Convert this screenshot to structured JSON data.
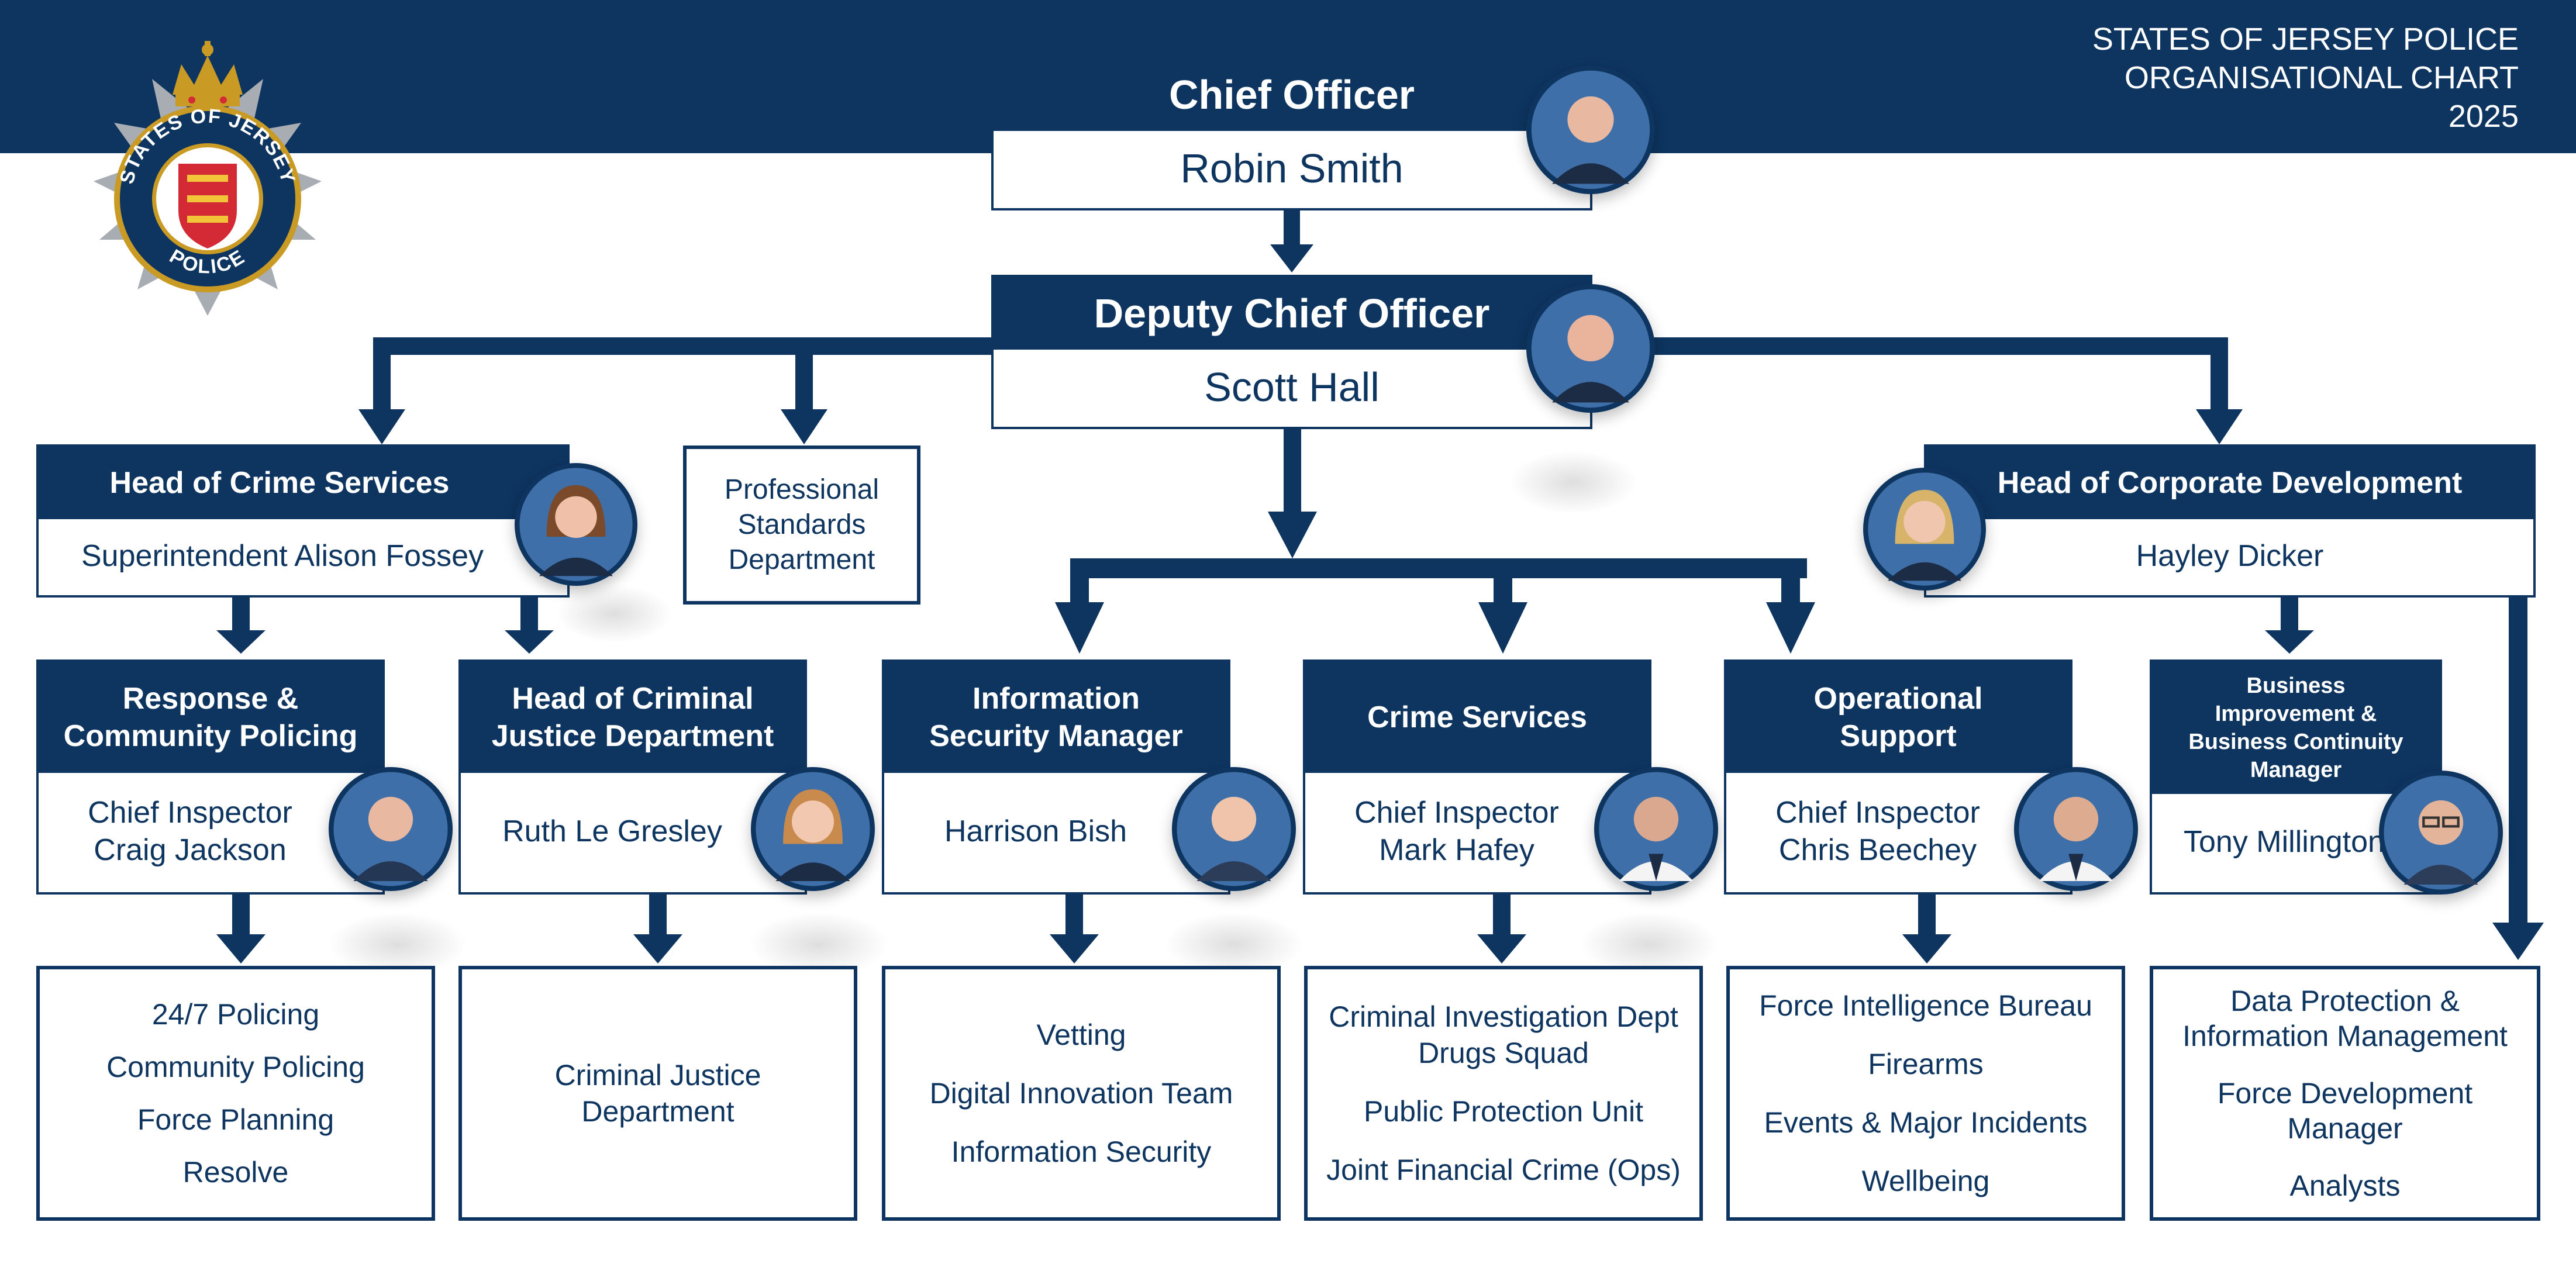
{
  "header": {
    "title_lines": [
      "STATES OF JERSEY POLICE",
      "ORGANISATIONAL CHART",
      "2025"
    ]
  },
  "logo": {
    "ring_top": "STATES OF JERSEY",
    "ring_bottom": "POLICE"
  },
  "colors": {
    "navy": "#0d3560",
    "gold": "#c99a24",
    "red": "#d42a35",
    "white": "#ffffff"
  },
  "nodes": {
    "chief_officer": {
      "title": "Chief Officer",
      "name": "Robin Smith"
    },
    "deputy_chief_officer": {
      "title": "Deputy Chief Officer",
      "name": "Scott Hall"
    },
    "head_crime_services": {
      "title": "Head of Crime Services",
      "name": "Superintendent Alison Fossey"
    },
    "professional_standards": {
      "lines": [
        "Professional",
        "Standards",
        "Department"
      ]
    },
    "head_corporate_development": {
      "title": "Head of Corporate Development",
      "name": "Hayley Dicker"
    },
    "response_community": {
      "title_lines": [
        "Response &",
        "Community Policing"
      ],
      "name_lines": [
        "Chief Inspector",
        "Craig Jackson"
      ]
    },
    "criminal_justice_head": {
      "title_lines": [
        "Head of Criminal",
        "Justice Department"
      ],
      "name_lines": [
        "Ruth Le Gresley"
      ]
    },
    "info_security_manager": {
      "title_lines": [
        "Information",
        "Security Manager"
      ],
      "name_lines": [
        "Harrison Bish"
      ]
    },
    "crime_services": {
      "title_lines": [
        "Crime Services"
      ],
      "name_lines": [
        "Chief Inspector",
        "Mark Hafey"
      ]
    },
    "operational_support": {
      "title_lines": [
        "Operational",
        "Support"
      ],
      "name_lines": [
        "Chief Inspector",
        "Chris Beechey"
      ]
    },
    "business_improvement": {
      "title_lines": [
        "Business",
        "Improvement &",
        "Business Continuity",
        "Manager"
      ],
      "name_lines": [
        "Tony Millington"
      ]
    }
  },
  "units": {
    "response_community": [
      [
        "24/7 Policing"
      ],
      [
        "Community Policing"
      ],
      [
        "Force Planning"
      ],
      [
        "Resolve"
      ]
    ],
    "criminal_justice": [
      [
        "Criminal Justice",
        "Department"
      ]
    ],
    "info_security": [
      [
        "Vetting"
      ],
      [
        "Digital Innovation Team"
      ],
      [
        "Information Security"
      ]
    ],
    "crime_services": [
      [
        "Criminal Investigation Dept",
        "Drugs Squad"
      ],
      [
        "Public Protection Unit"
      ],
      [
        "Joint Financial Crime (Ops)"
      ]
    ],
    "operational_support": [
      [
        "Force Intelligence Bureau"
      ],
      [
        "Firearms"
      ],
      [
        "Events & Major Incidents"
      ],
      [
        "Wellbeing"
      ]
    ],
    "corporate": [
      [
        "Data Protection &",
        "Information Management"
      ],
      [
        "Force Development",
        "Manager"
      ],
      [
        "Analysts"
      ]
    ]
  }
}
